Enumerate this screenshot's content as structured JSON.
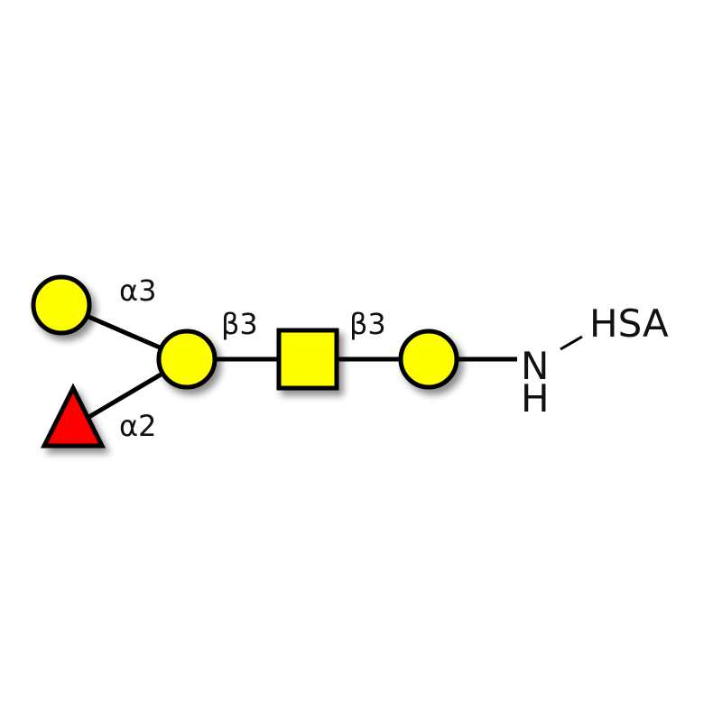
{
  "colors": {
    "galactose": "#ffff00",
    "fucose": "#ff0000",
    "outline": "#000000",
    "background": "#ffffff"
  },
  "residues": [
    {
      "id": "gal-terminal",
      "symbol": "circle",
      "color": "#ffff00"
    },
    {
      "id": "fuc",
      "symbol": "triangle",
      "color": "#ff0000"
    },
    {
      "id": "gal-branch",
      "symbol": "circle",
      "color": "#ffff00"
    },
    {
      "id": "glcnac",
      "symbol": "square",
      "color": "#ffff00"
    },
    {
      "id": "gal-reducing",
      "symbol": "circle",
      "color": "#ffff00"
    }
  ],
  "linkages": {
    "alpha3": "α3",
    "alpha2": "α2",
    "beta3_first": "β3",
    "beta3_second": "β3"
  },
  "conjugate": {
    "n": "N",
    "h": "H",
    "carrier": "HSA"
  }
}
